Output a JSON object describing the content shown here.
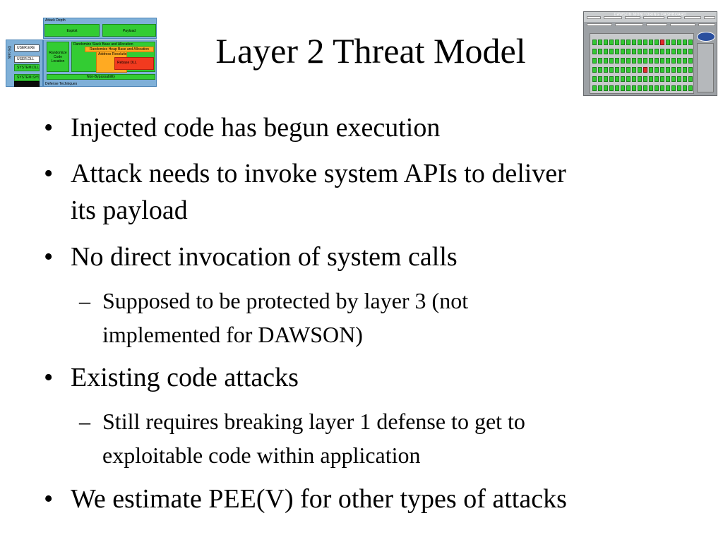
{
  "slide": {
    "title": "Layer 2 Threat Model"
  },
  "diagram": {
    "attack_depth": "Attack Depth",
    "exploit": "Exploit",
    "payload": "Payload",
    "os_calls": "OS calls",
    "user_exe": "USER.EXE",
    "user_dll": "USER.DLL",
    "system_dll": "SYSTEM.DLL",
    "system_sys": "SYSTEM.SYS",
    "randomize_code_location_1": "Randomize",
    "randomize_code_location_2": "Code",
    "randomize_code_location_3": "Location",
    "randomize_stack": "Randomize Stack Base and Allocation",
    "randomize_heap": "Randomize Heap Base and Allocation",
    "address_resolution": "Address Resolution",
    "rebase_dll": "Rebase DLL",
    "non_bypassability": "Non-Bypassability",
    "defense_techniques": "Defense Techniques",
    "colors": {
      "box_blue": "#7fb0d8",
      "box_green": "#33cc33",
      "box_orange": "#ffaa22",
      "box_red": "#f23a1f"
    }
  },
  "dashboard": {
    "title": "DAWSON MONITORING DASHBOARD"
  },
  "bullets": [
    {
      "marker": "•",
      "text": "Injected code has begun execution"
    },
    {
      "marker": "•",
      "text": "Attack needs to invoke system APIs to deliver",
      "cont": "its payload"
    },
    {
      "marker": "•",
      "text": "No direct invocation of system calls"
    },
    {
      "marker": "–",
      "text": "Supposed to be protected by layer 3 (not",
      "cont": "implemented for DAWSON)"
    },
    {
      "marker": "•",
      "text": "Existing code attacks"
    },
    {
      "marker": "–",
      "text": "Still requires breaking layer 1 defense to get to",
      "cont": "exploitable code within application"
    },
    {
      "marker": "•",
      "text": "We estimate PEE(V) for other types of attacks"
    }
  ]
}
